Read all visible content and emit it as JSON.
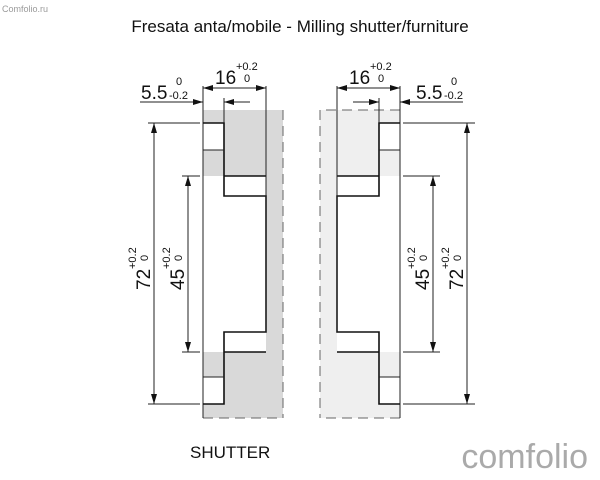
{
  "watermark_top": "Comfolio.ru",
  "watermark_bottom": "comfolio",
  "title": "Fresata anta/mobile - Milling shutter/furniture",
  "label_shutter": "SHUTTER",
  "dims": {
    "width": {
      "value": "16",
      "upper": "+0.2",
      "lower": "0"
    },
    "depth": {
      "value": "5.5",
      "upper": "0",
      "lower": "-0.2"
    },
    "outer": {
      "value": "72",
      "upper": "+0.2",
      "lower": "0"
    },
    "inner": {
      "value": "45",
      "upper": "+0.2",
      "lower": "0"
    }
  },
  "colors": {
    "shutter_fill": "#d9d9d9",
    "furniture_fill": "#efefef"
  }
}
